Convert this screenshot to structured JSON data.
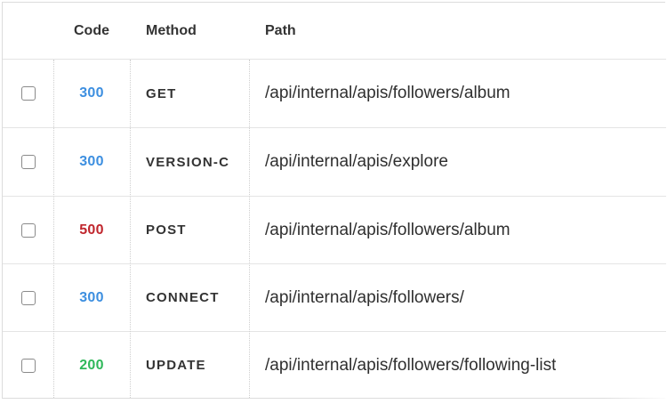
{
  "table": {
    "headers": {
      "code": "Code",
      "method": "Method",
      "path": "Path"
    },
    "rows": [
      {
        "code": "300",
        "code_color": "#3d8fe0",
        "method": "GET",
        "path": "/api/internal/apis/followers/album"
      },
      {
        "code": "300",
        "code_color": "#3d8fe0",
        "method": "VERSION-C",
        "path": "/api/internal/apis/explore"
      },
      {
        "code": "500",
        "code_color": "#c0262d",
        "method": "POST",
        "path": "/api/internal/apis/followers/album"
      },
      {
        "code": "300",
        "code_color": "#3d8fe0",
        "method": "CONNECT",
        "path": "/api/internal/apis/followers/"
      },
      {
        "code": "200",
        "code_color": "#2fb85a",
        "method": "UPDATE",
        "path": "/api/internal/apis/followers/following-list"
      }
    ]
  },
  "icons": {
    "row_checkbox": "checkbox-icon"
  }
}
